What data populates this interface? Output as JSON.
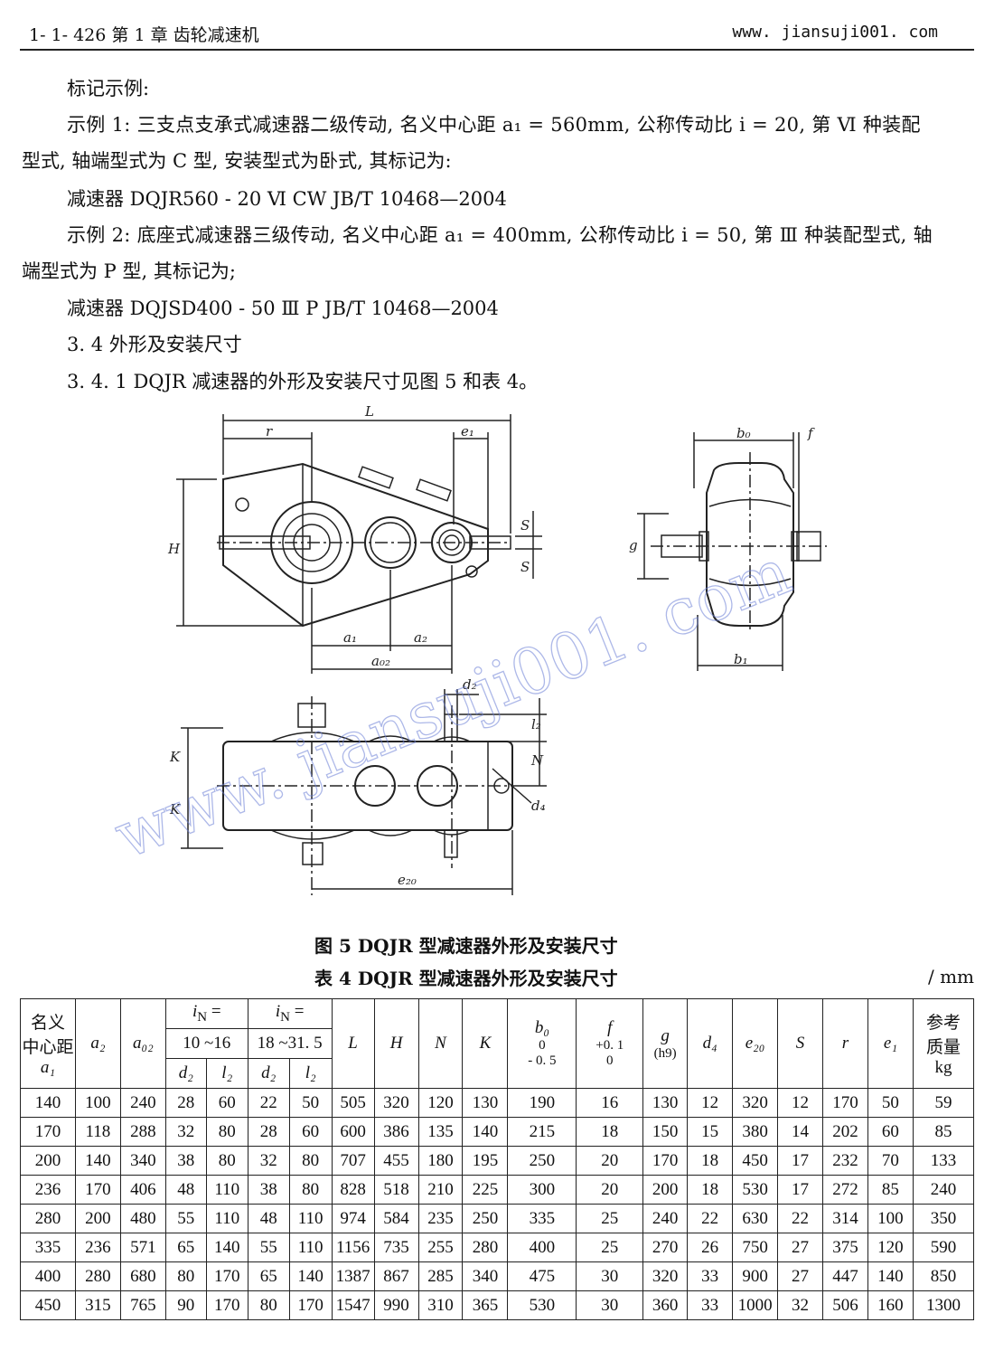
{
  "header": {
    "left": "1- 1- 426    第 1 章    齿轮减速机",
    "right": "www. jiansuji001. com"
  },
  "body": {
    "l1": "标记示例:",
    "l2": "示例 1: 三支点支承式减速器二级传动, 名义中心距 a₁ = 560mm, 公称传动比 i = 20, 第 Ⅵ 种装配",
    "l3": "型式, 轴端型式为 C 型, 安装型式为卧式, 其标记为:",
    "l4": "减速器 DQJR560 - 20 Ⅵ CW    JB/T 10468—2004",
    "l5": "示例 2: 底座式减速器三级传动, 名义中心距 a₁ = 400mm, 公称传动比 i = 50, 第 Ⅲ 种装配型式, 轴",
    "l6": "端型式为 P 型, 其标记为;",
    "l7": "减速器 DQJSD400 - 50 Ⅲ P    JB/T 10468—2004",
    "l8": "3. 4    外形及安装尺寸",
    "l9": "3. 4. 1    DQJR 减速器的外形及安装尺寸见图 5 和表 4。"
  },
  "figure": {
    "labels": {
      "L": "L",
      "r": "r",
      "e1": "e₁",
      "H": "H",
      "S": "S",
      "a1": "a₁",
      "a2": "a₂",
      "a02": "a₀₂",
      "b0": "b₀",
      "f": "f",
      "g": "g",
      "b1": "b₁",
      "d2": "d₂",
      "l2": "l₂",
      "N": "N",
      "K": "K",
      "d4": "d₄",
      "e20": "e₂₀"
    },
    "watermark": "www. jiansuji001. com"
  },
  "figure_caption": "图 5    DQJR 型减速器外形及安装尺寸",
  "table_caption": "表 4    DQJR 型减速器外形及安装尺寸",
  "unit": "/ mm",
  "table": {
    "head": {
      "a1_line1": "名义",
      "a1_line2": "中心距",
      "a1_line3": "a₁",
      "a2": "a₂",
      "a02": "a₀₂",
      "iN1": "i",
      "iN1_sub": "N",
      "iN1_eq": " =",
      "iN1_range": "10 ~16",
      "iN2": "i",
      "iN2_sub": "N",
      "iN2_eq": " =",
      "iN2_range": "18 ~31. 5",
      "d2a": "d₂",
      "l2a": "l₂",
      "d2b": "d₂",
      "l2b": "l₂",
      "L": "L",
      "H": "H",
      "N": "N",
      "K": "K",
      "b0": "b₀",
      "b0_tol1": "0",
      "b0_tol2": "- 0. 5",
      "f": "f",
      "f_tol1": "+0. 1",
      "f_tol2": "0",
      "g": "g",
      "g_tol": "(h9)",
      "d4": "d₄",
      "e20": "e₂₀",
      "S": "S",
      "r": "r",
      "e1": "e₁",
      "mass1": "参考",
      "mass2": "质量",
      "mass3": "kg"
    },
    "rows": [
      [
        "140",
        "100",
        "240",
        "28",
        "60",
        "22",
        "50",
        "505",
        "320",
        "120",
        "130",
        "190",
        "16",
        "130",
        "12",
        "320",
        "12",
        "170",
        "50",
        "59"
      ],
      [
        "170",
        "118",
        "288",
        "32",
        "80",
        "28",
        "60",
        "600",
        "386",
        "135",
        "140",
        "215",
        "18",
        "150",
        "15",
        "380",
        "14",
        "202",
        "60",
        "85"
      ],
      [
        "200",
        "140",
        "340",
        "38",
        "80",
        "32",
        "80",
        "707",
        "455",
        "180",
        "195",
        "250",
        "20",
        "170",
        "18",
        "450",
        "17",
        "232",
        "70",
        "133"
      ],
      [
        "236",
        "170",
        "406",
        "48",
        "110",
        "38",
        "80",
        "828",
        "518",
        "210",
        "225",
        "300",
        "20",
        "200",
        "18",
        "530",
        "17",
        "272",
        "85",
        "240"
      ],
      [
        "280",
        "200",
        "480",
        "55",
        "110",
        "48",
        "110",
        "974",
        "584",
        "235",
        "250",
        "335",
        "25",
        "240",
        "22",
        "630",
        "22",
        "314",
        "100",
        "350"
      ],
      [
        "335",
        "236",
        "571",
        "65",
        "140",
        "55",
        "110",
        "1156",
        "735",
        "255",
        "280",
        "400",
        "25",
        "270",
        "26",
        "750",
        "27",
        "375",
        "120",
        "590"
      ],
      [
        "400",
        "280",
        "680",
        "80",
        "170",
        "65",
        "140",
        "1387",
        "867",
        "285",
        "340",
        "475",
        "30",
        "320",
        "33",
        "900",
        "27",
        "447",
        "140",
        "850"
      ],
      [
        "450",
        "315",
        "765",
        "90",
        "170",
        "80",
        "170",
        "1547",
        "990",
        "310",
        "365",
        "530",
        "30",
        "360",
        "33",
        "1000",
        "32",
        "506",
        "160",
        "1300"
      ]
    ]
  }
}
